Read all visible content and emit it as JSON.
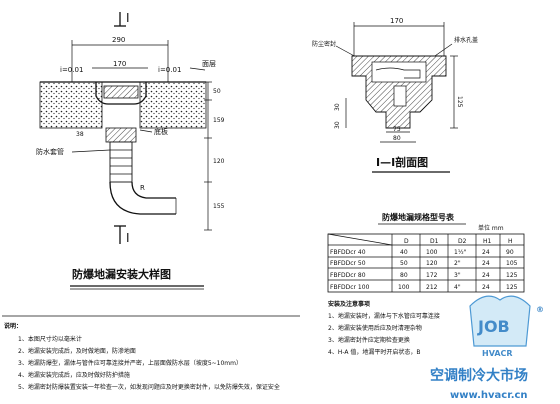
{
  "left": {
    "section_marker": "I",
    "dims": {
      "outer_width": "290",
      "inner_width": "170",
      "slope_left": "i=0.01",
      "slope_right": "i=0.01",
      "v1": "50",
      "v2": "159",
      "v3": "120",
      "v4": "155",
      "h1": "38",
      "r": "R"
    },
    "labels": {
      "surface": "面层",
      "floor": "底板",
      "sleeve": "防水套管"
    },
    "title": "防爆地漏安装大样图"
  },
  "right": {
    "dims": {
      "top_width": "170",
      "height": "125",
      "d1": "75",
      "d2": "80",
      "h_small": "30",
      "h_small2": "30"
    },
    "labels": {
      "left_callout": "防尘密封",
      "right_callout": "排水孔盖"
    },
    "section_title": "I—I剖面图"
  },
  "table": {
    "title": "防爆地漏规格型号表",
    "unit": "单位 mm",
    "headers": [
      "",
      "D",
      "D1",
      "D2",
      "H1",
      "H"
    ],
    "rows": [
      [
        "FBFDDcr 40",
        "40",
        "100",
        "1½\"",
        "24",
        "90"
      ],
      [
        "FBFDDcr 50",
        "50",
        "120",
        "2\"",
        "24",
        "105"
      ],
      [
        "FBFDDcr 80",
        "80",
        "172",
        "3\"",
        "24",
        "125"
      ],
      [
        "FBFDDcr 100",
        "100",
        "212",
        "4\"",
        "24",
        "125"
      ]
    ]
  },
  "install_notes": {
    "heading": "安装及注意事项",
    "items": [
      "1、地漏安装时，漏体与下水管应可靠连接",
      "2、地漏安装使用后应及时清理杂物",
      "3、地漏密封件应定期检查更换",
      "4、H-A 值，地漏平时开启状态，B"
    ]
  },
  "notes": {
    "heading": "说明：",
    "items": [
      "1、本图尺寸均以毫米计",
      "2、地漏安装完成后，及时做地面，防渗地面",
      "3、地漏防爆型，漏体与管件应可靠连接并严密，上层面做防水层（坡度5~10mm）",
      "4、地漏安装完成后，应及时做好防护措施",
      "5、地漏密封防爆装置安装一年检查一次，如发现问题应及时更换密封件，以免防爆失效，保证安全"
    ]
  },
  "watermark": {
    "brand_mark": "HVACR",
    "site_name": "空调制冷大市场",
    "url": "www.hvacr.cn",
    "reg_mark": "®"
  }
}
